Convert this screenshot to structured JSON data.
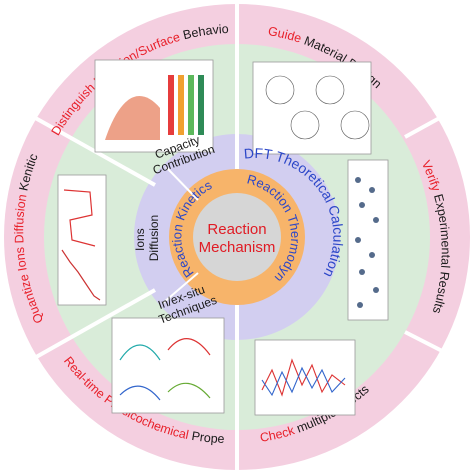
{
  "colors": {
    "outer_ring": "#f4cfe0",
    "middle_left": "#d9ecd9",
    "middle_right": "#d9ecd9",
    "purple_ring": "#d2cef0",
    "orange_ring": "#f7b46a",
    "hub": "#d6d6d6",
    "divider": "#ffffff",
    "red_text": "#e8202a",
    "black_text": "#1a1a1a",
    "blue_text": "#2c47c8"
  },
  "hub": {
    "line1": "Reaction",
    "line2": "Mechanism"
  },
  "orange_ring": {
    "left": "Reaction Kinetics",
    "right": "Reaction Thermodynamics"
  },
  "purple_ring": {
    "left": {
      "capacity": "Capacity Contribution",
      "capacity_line1": "Capacity",
      "capacity_line2": "Contribution",
      "ions": "Ions Diffusion",
      "ions_line1": "Ions",
      "ions_line2": "Diffusion",
      "insitu": "In/ex-situ Techniques",
      "insitu_line1": "In/ex-situ",
      "insitu_line2": "Techniques"
    },
    "right": "DFT Theoretical Calculation"
  },
  "outer_ring": {
    "top_left": {
      "red": "Distinguish Diffusion/Surface",
      "black": " Behavior"
    },
    "left": {
      "red": "Quantize Ions Diffusion",
      "black": " Kenitics"
    },
    "bottom_left": {
      "red": "Real-time Physicochemical",
      "black": " Properties"
    },
    "top_right": {
      "red": "Guide",
      "black": " Material Design"
    },
    "right": {
      "red": "Verify",
      "black": " Experimental Results"
    },
    "bottom_right": {
      "red": "Check",
      "black": " multiple effects"
    }
  },
  "figures": [
    "figure-capacity-contribution",
    "figure-ions-diffusion-gitt",
    "figure-insitu-xrd",
    "figure-material-design",
    "figure-dft-structures",
    "figure-dos-plot"
  ]
}
